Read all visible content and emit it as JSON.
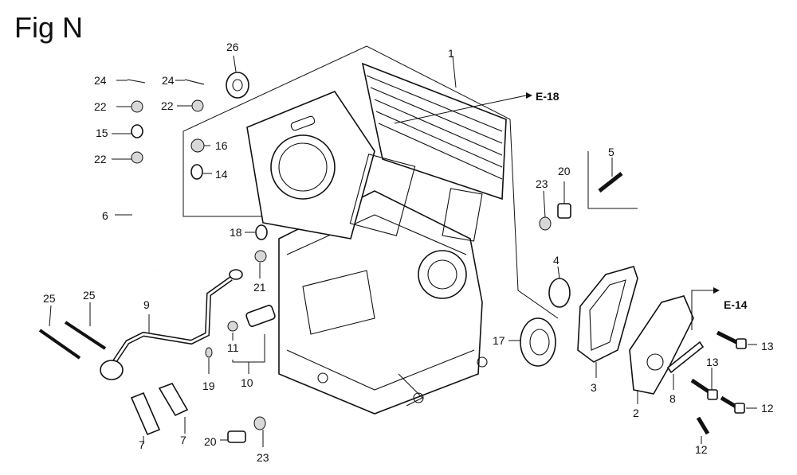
{
  "figure": {
    "title": "Fig N",
    "references": [
      {
        "id": "e18",
        "label": "E-18"
      },
      {
        "id": "e14",
        "label": "E-14"
      }
    ],
    "callouts": [
      "1",
      "2",
      "3",
      "4",
      "5",
      "6",
      "7",
      "7",
      "8",
      "9",
      "10",
      "11",
      "12",
      "12",
      "13",
      "13",
      "14",
      "15",
      "16",
      "17",
      "18",
      "19",
      "20",
      "20",
      "21",
      "22",
      "22",
      "22",
      "23",
      "23",
      "24",
      "24",
      "25",
      "25",
      "26"
    ]
  }
}
